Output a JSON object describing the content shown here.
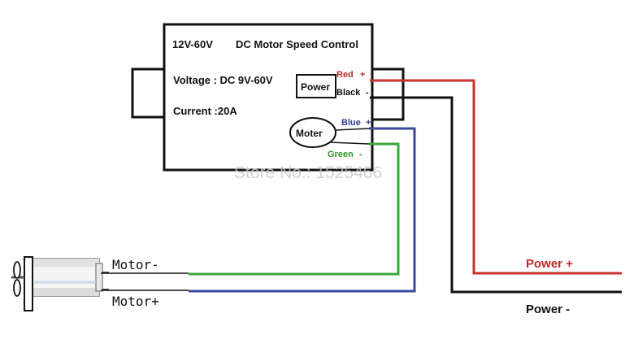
{
  "controller": {
    "range": "12V-60V",
    "title": "DC Motor Speed Control",
    "voltage": "Voltage : DC 9V-60V",
    "current": "Current :20A",
    "power_label": "Power",
    "moter_label": "Moter"
  },
  "terminals": {
    "red": "Red",
    "red_sign": "+",
    "black": "Black",
    "black_sign": "-",
    "blue": "Blue",
    "blue_sign": "+",
    "green": "Green",
    "green_sign": "-"
  },
  "watermark": "Store No.: 1525466",
  "motor": {
    "minus_label": "Motor-",
    "plus_label": "Motor+"
  },
  "power": {
    "plus_label": "Power +",
    "minus_label": "Power -"
  },
  "colors": {
    "red_wire": "#c8322f",
    "black_wire": "#111111",
    "blue_wire": "#3b4a9a",
    "green_wire": "#3aa83a",
    "red_text": "#b82a26",
    "blue_text": "#2f3f93",
    "green_text": "#2f9a2f"
  }
}
